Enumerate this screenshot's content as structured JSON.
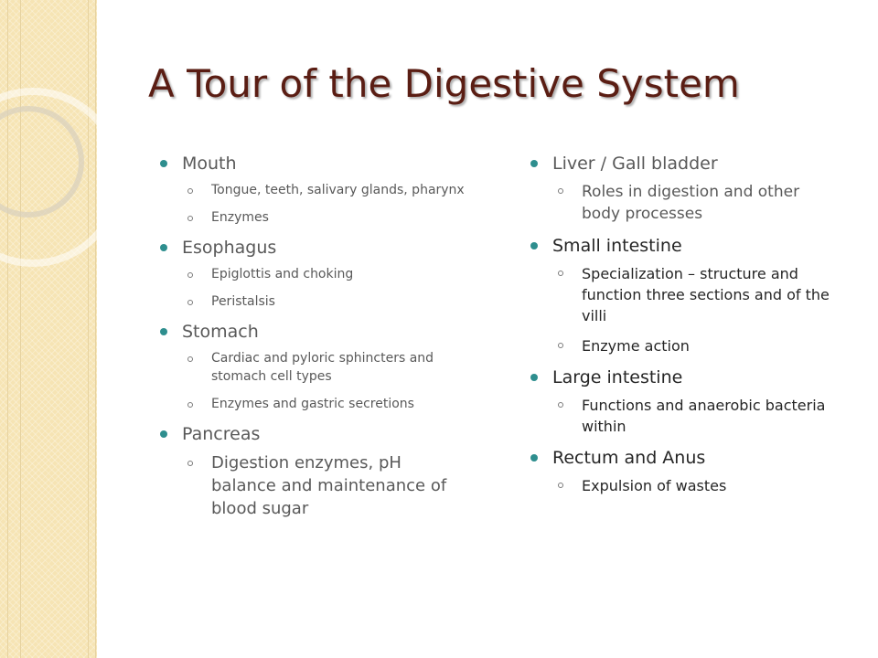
{
  "slide": {
    "title": "A Tour of the Digestive System",
    "accent_color": "#5a1d13",
    "bullet_color": "#2e8e8e",
    "background_band_color": "#f6e4b4",
    "columns": [
      {
        "items": [
          {
            "label": "Mouth",
            "subitems": [
              "Tongue, teeth, salivary glands, pharynx",
              "Enzymes"
            ]
          },
          {
            "label": "Esophagus",
            "subitems": [
              "Epiglottis and choking",
              "Peristalsis"
            ]
          },
          {
            "label": "Stomach",
            "subitems": [
              "Cardiac and pyloric sphincters and stomach cell types",
              "Enzymes and gastric secretions"
            ]
          },
          {
            "label": "Pancreas",
            "subitems": [
              "Digestion enzymes, pH balance and maintenance of blood sugar"
            ]
          }
        ]
      },
      {
        "items": [
          {
            "label": "Liver / Gall bladder",
            "subitems": [
              "Roles in digestion and other body processes"
            ]
          },
          {
            "label": "Small intestine",
            "subitems": [
              "Specialization – structure and function three sections and of the villi",
              "Enzyme action"
            ]
          },
          {
            "label": "Large intestine",
            "subitems": [
              "Functions and anaerobic bacteria within"
            ]
          },
          {
            "label": "Rectum and Anus",
            "subitems": [
              "Expulsion of wastes"
            ]
          }
        ]
      }
    ]
  }
}
